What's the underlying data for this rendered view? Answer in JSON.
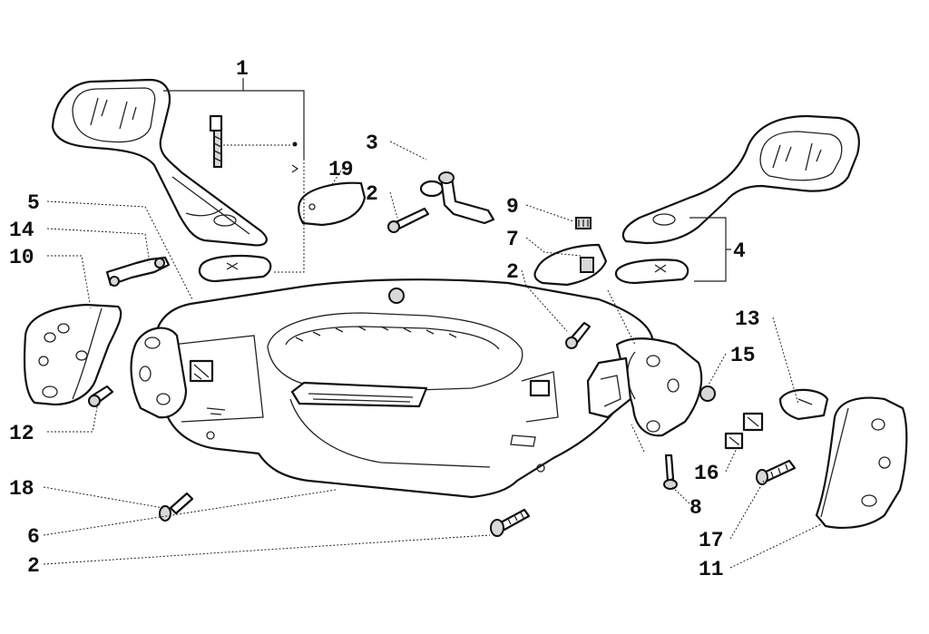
{
  "callouts": [
    {
      "id": "c1",
      "text": "1"
    },
    {
      "id": "c2a",
      "text": "2"
    },
    {
      "id": "c2b",
      "text": "2"
    },
    {
      "id": "c2c",
      "text": "2"
    },
    {
      "id": "c3",
      "text": "3"
    },
    {
      "id": "c4",
      "text": "4"
    },
    {
      "id": "c5",
      "text": "5"
    },
    {
      "id": "c6",
      "text": "6"
    },
    {
      "id": "c7",
      "text": "7"
    },
    {
      "id": "c8",
      "text": "8"
    },
    {
      "id": "c9",
      "text": "9"
    },
    {
      "id": "c10",
      "text": "10"
    },
    {
      "id": "c11",
      "text": "11"
    },
    {
      "id": "c12",
      "text": "12"
    },
    {
      "id": "c13",
      "text": "13"
    },
    {
      "id": "c14",
      "text": "14"
    },
    {
      "id": "c15",
      "text": "15"
    },
    {
      "id": "c16",
      "text": "16"
    },
    {
      "id": "c17",
      "text": "17"
    },
    {
      "id": "c18",
      "text": "18"
    },
    {
      "id": "c19",
      "text": "19"
    }
  ]
}
